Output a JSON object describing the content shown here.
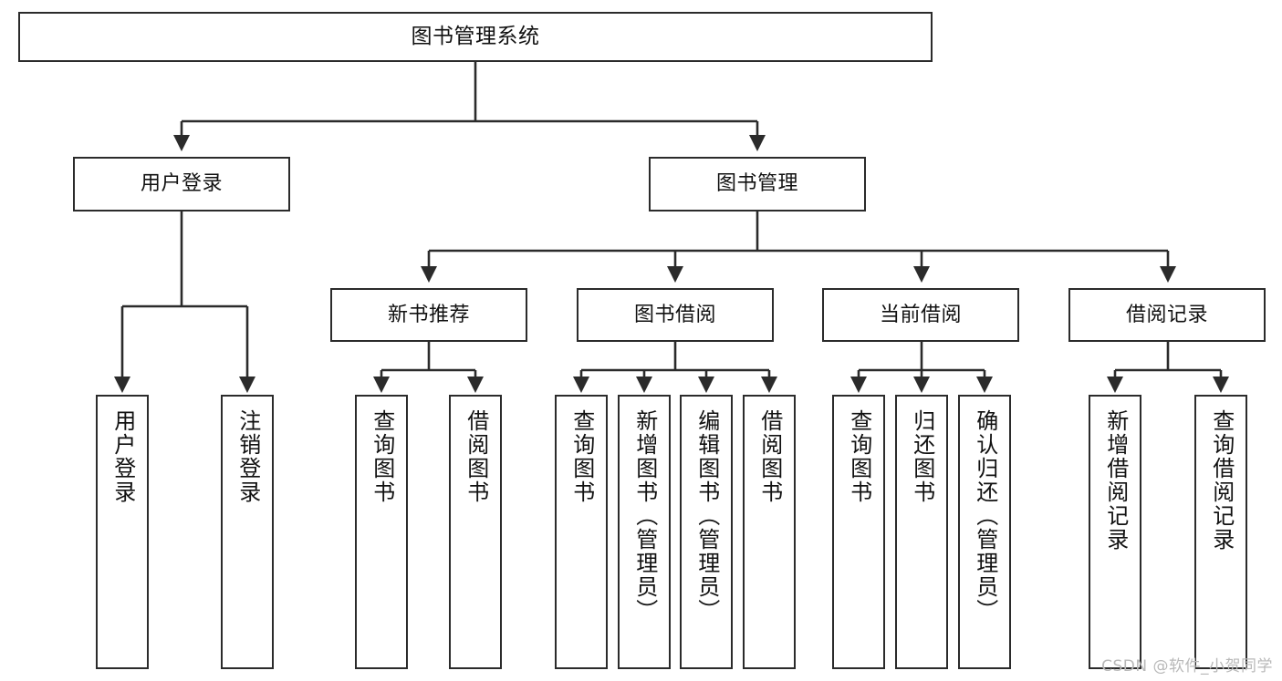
{
  "diagram": {
    "title": "图书管理系统",
    "type": "tree-hierarchy",
    "watermark": "CSDN @软件_小贺同学",
    "colors": {
      "box_border": "#2b2b2b",
      "box_fill": "#ffffff",
      "edge": "#2b2b2b",
      "text": "#111111",
      "watermark": "#b9b9b9",
      "background": "#ffffff"
    },
    "nodes": {
      "root": {
        "label": "图书管理系统"
      },
      "level2": [
        {
          "id": "user-login",
          "label": "用户登录"
        },
        {
          "id": "book-manage",
          "label": "图书管理"
        }
      ],
      "level3": [
        {
          "id": "new-book-rec",
          "label": "新书推荐"
        },
        {
          "id": "book-borrow",
          "label": "图书借阅"
        },
        {
          "id": "current-borrow",
          "label": "当前借阅"
        },
        {
          "id": "borrow-record",
          "label": "借阅记录"
        }
      ],
      "leaves": {
        "user-login": [
          {
            "id": "leaf-user-login",
            "label": "用户登录"
          },
          {
            "id": "leaf-logout",
            "label": "注销登录"
          }
        ],
        "new-book-rec": [
          {
            "id": "leaf-query-book-1",
            "label": "查询图书"
          },
          {
            "id": "leaf-borrow-book-1",
            "label": "借阅图书"
          }
        ],
        "book-borrow": [
          {
            "id": "leaf-query-book-2",
            "label": "查询图书"
          },
          {
            "id": "leaf-add-book",
            "label": "新增图书（管理员）"
          },
          {
            "id": "leaf-edit-book",
            "label": "编辑图书（管理员）"
          },
          {
            "id": "leaf-borrow-book-2",
            "label": "借阅图书"
          }
        ],
        "current-borrow": [
          {
            "id": "leaf-query-book-3",
            "label": "查询图书"
          },
          {
            "id": "leaf-return-book",
            "label": "归还图书"
          },
          {
            "id": "leaf-confirm-return",
            "label": "确认归还（管理员）"
          }
        ],
        "borrow-record": [
          {
            "id": "leaf-add-record",
            "label": "新增借阅记录"
          },
          {
            "id": "leaf-query-record",
            "label": "查询借阅记录"
          }
        ]
      }
    }
  }
}
